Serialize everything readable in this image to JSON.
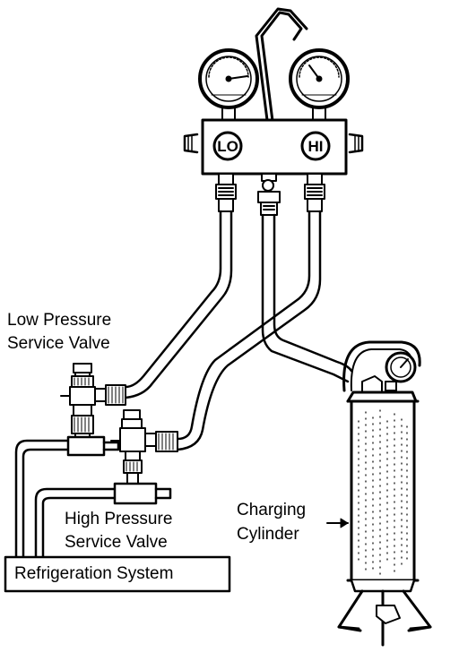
{
  "gauge_labels": {
    "lo": "LO",
    "hi": "HI"
  },
  "labels": {
    "low_pressure_line1": "Low Pressure",
    "low_pressure_line2": "Service Valve",
    "high_pressure_line1": "High Pressure",
    "high_pressure_line2": "Service Valve",
    "refrigeration_system": "Refrigeration System",
    "charging_line1": "Charging",
    "charging_line2": "Cylinder"
  },
  "colors": {
    "ink": "#000000",
    "paper": "#ffffff"
  }
}
